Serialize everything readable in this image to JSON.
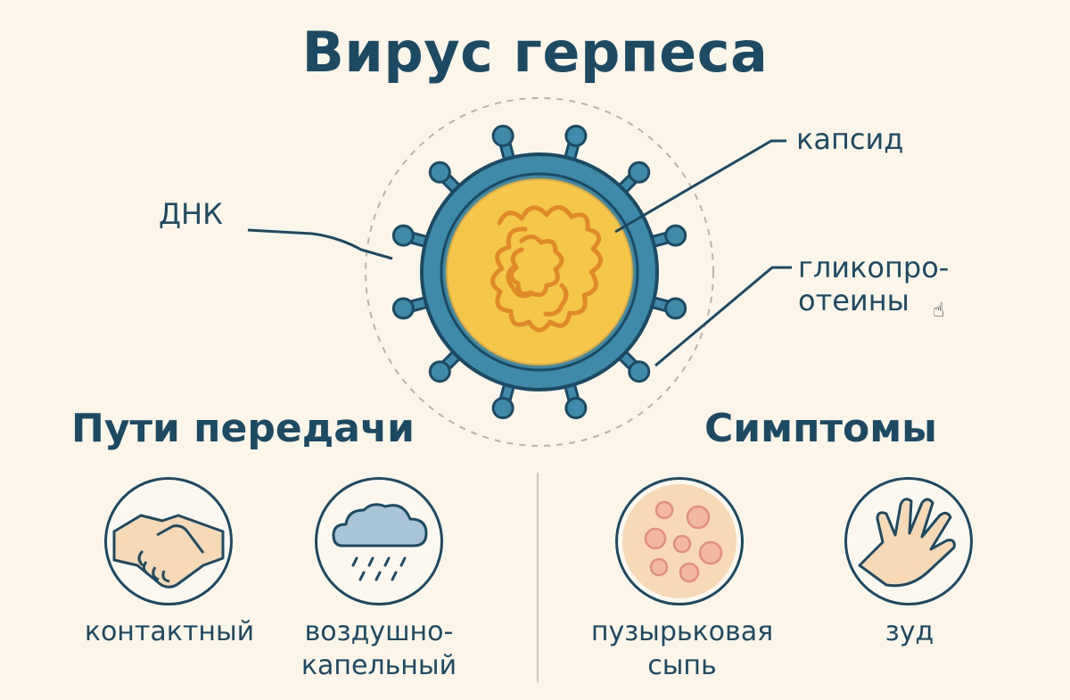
{
  "title": "Вирус герпеса",
  "labels": {
    "dna": "ДНК",
    "capsid": "капсид",
    "glycoproteins_line1": "гликопро-",
    "glycoproteins_line2": "отеины"
  },
  "transmission": {
    "heading": "Пути передачи",
    "items": [
      {
        "caption": "контактный",
        "icon": "handshake-icon"
      },
      {
        "caption_line1": "воздушно-",
        "caption_line2": "капельный",
        "icon": "rain-cloud-icon"
      }
    ]
  },
  "symptoms": {
    "heading": "Симптомы",
    "items": [
      {
        "caption_line1": "пузырьковая",
        "caption_line2": "сыпь",
        "icon": "rash-icon"
      },
      {
        "caption": "зуд",
        "icon": "hand-icon"
      }
    ]
  },
  "colors": {
    "background": "#fbf5ea",
    "navy": "#1c4a63",
    "teal": "#3f8aa8",
    "core_yellow": "#f4c64a",
    "dna_orange": "#e08a2a",
    "skin": "#f7d9b5",
    "rash": "#f3b8a0",
    "cloud": "#a9c4d6"
  }
}
